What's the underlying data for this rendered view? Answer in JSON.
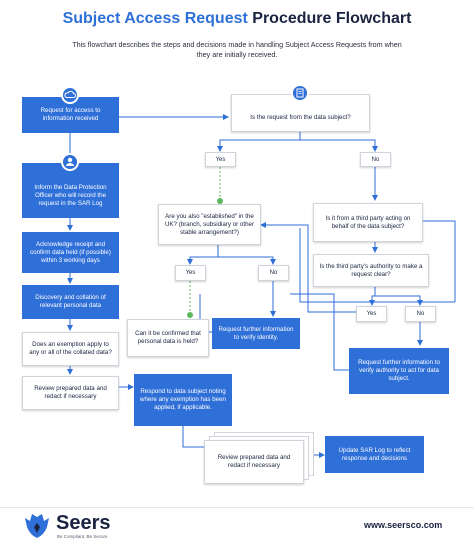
{
  "header": {
    "title_part1": "Subject Access Request",
    "title_part2": "Procedure Flowchart",
    "subtitle": "This flowchart describes the steps and decisions made in handling Subject Access Requests from when they are initially received."
  },
  "nodes": {
    "request": "Request for access to information received",
    "inform_dpo": "Inform the Data Protection Officer who will record the request in the SAR Log",
    "acknowledge": "Acknowledge receipt and confirm data held (if possible) within 3 working days",
    "discovery": "Discovery and collation of relevant personal data",
    "exemption": "Does an exemption apply to any or all of the collated data?",
    "review_redact": "Review prepared data and redact if necessary",
    "respond": "Respond to data subject noting where any exemption has been applied, if applicable.",
    "review_prepared": "Review prepared data and redact if necessary",
    "update_log": "Update SAR Log to reflect response and decisions",
    "is_data_subject": "Is the request from the data subject?",
    "yes_1": "Yes",
    "no_1": "No",
    "established": "Are you also \"established\" in the UK? (branch, subsidiary or other stable arrangement?)",
    "yes_2": "Yes",
    "no_2": "No",
    "confirmed": "Can it be confirmed that personal data is held?",
    "request_info_identity": "Request further information to verify identity.",
    "third_party": "Is it from a third party acting on behalf of the data subject?",
    "authority_clear": "Is the third party's authority to make a request clear?",
    "yes_3": "Yes",
    "no_3": "No",
    "request_info_authority": "Request further information to verify authority to act for data subject."
  },
  "footer": {
    "brand": "Seers",
    "tagline": "Be Compliant, Be Secure",
    "website": "www.seersco.com"
  },
  "colors": {
    "accent": "#2f6fd8",
    "navy": "#1a2340",
    "check_green": "#5cb85c"
  }
}
